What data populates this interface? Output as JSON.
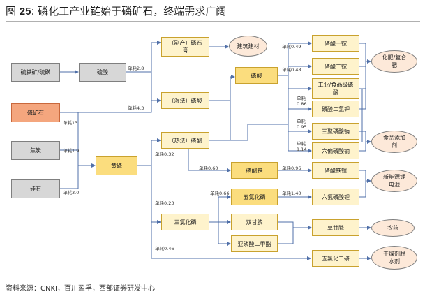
{
  "title": {
    "prefix": "图 ",
    "number": "25",
    "suffix": ": 磷化工产业链始于磷矿石，终端需求广阔"
  },
  "source": "资料来源：CNKI，百川盈孚，西部证券研发中心",
  "nodes": {
    "liutiekuang": "硫铁矿/硫磺",
    "liusuan": "硫酸",
    "linkuangshi": "磷矿石",
    "jiaotan": "焦炭",
    "guishi": "硅石",
    "huanglin": "黄磷",
    "fuchan": "（副产）磷石膏",
    "jianzhu": "建筑建材",
    "shifa": "（湿法）磷酸",
    "refa": "（热法）磷酸",
    "linsuan": "磷酸",
    "linsuantie": "磷酸铁",
    "sanlvhualin": "三氯化磷",
    "wulvhualin": "五氯化磷",
    "shuanggan": "双甘膦",
    "yalinsuan": "亚磷酸二甲酯",
    "linsuanyian": "磷酸一铵",
    "linsuanerAn": "磷酸二铵",
    "gongye": "工业/食品级磷酸",
    "linsuanerqingjia": "磷酸二氢钾",
    "sanjulinsuanna": "三聚磷酸钠",
    "liupianlinsuanna": "六偏磷酸钠",
    "linsuantieli": "磷酸铁锂",
    "liufulinsuanli": "六氟磷酸锂",
    "caoganlin": "草甘膦",
    "wulvhuaer": "五氯化二磷",
    "huafei": "化肥/复合肥",
    "shipin": "食品添加剂",
    "xinnengyuan": "新能源锂电池",
    "nongyao": "农药",
    "ganzaoji": "干燥剂脱水剂"
  },
  "labels": {
    "l1": "单耗2.8",
    "l2": "单耗4.3",
    "l3": "单耗13",
    "l4": "单耗1.9",
    "l5": "单耗3.0",
    "l6": "单耗0.32",
    "l7": "单耗0.23",
    "l8": "单耗0.46",
    "l9": "单耗0.60",
    "l10": "单耗0.66",
    "l11": "单耗0.49",
    "l12": "单耗0.48",
    "l13": "单耗0.86",
    "l14": "单耗0.95",
    "l15": "单耗1.14",
    "l16": "单耗0.96",
    "l17": "单耗1.40"
  }
}
